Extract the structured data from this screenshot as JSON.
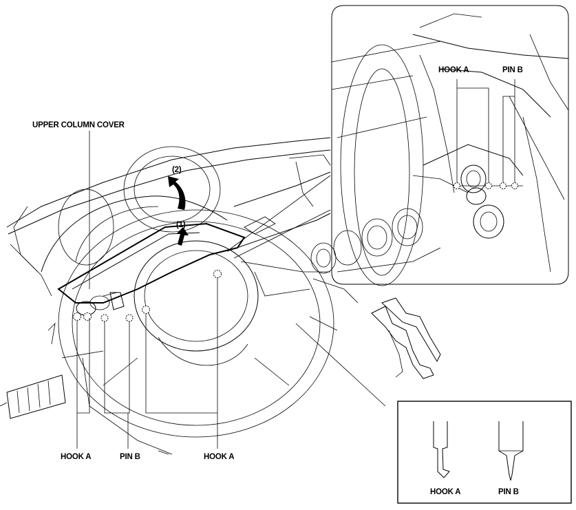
{
  "labels": {
    "upper_column_cover": "UPPER COLUMN COVER",
    "step_1": "(1)",
    "step_2": "(2)",
    "hook_a_left": "HOOK A",
    "pin_b_bottom": "PIN B",
    "hook_a_right": "HOOK A",
    "inset_hook_a": "HOOK A",
    "inset_pin_b": "PIN B",
    "legend_hook_a": "HOOK A",
    "legend_pin_b": "PIN B"
  }
}
